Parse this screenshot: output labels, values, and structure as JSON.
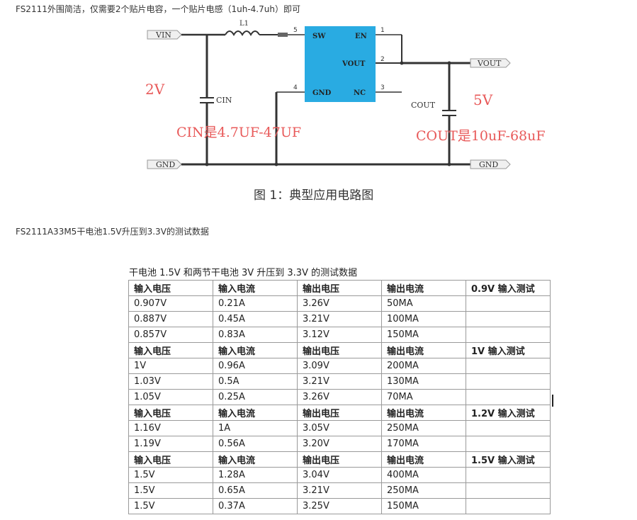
{
  "intro_text": "FS2111外围简洁，仅需要2个贴片电容，一个贴片电感（1uh-4.7uh）即可",
  "diagram": {
    "vin_label": "VIN",
    "vout_label": "VOUT",
    "gnd_left_label": "GND",
    "gnd_right_label": "GND",
    "inductor_label": "L1",
    "cin_label": "CIN",
    "cout_label": "COUT",
    "chip_pins": {
      "sw": "SW",
      "en": "EN",
      "vout": "VOUT",
      "gnd": "GND",
      "nc": "NC",
      "pin1": "1",
      "pin2": "2",
      "pin3": "3",
      "pin4": "4",
      "pin5": "5"
    },
    "annotation_2v": "2V",
    "annotation_5v": "5V",
    "annotation_cin": "CIN是4.7UF-47UF",
    "annotation_cout": "COUT是10uF-68uF",
    "chip_color": "#29abe2",
    "annotation_color": "#e85a5a",
    "caption": "图 1：典型应用电路图"
  },
  "section_title": "FS2111A33M5干电池1.5V升压到3.3V的测试数据",
  "table_title": "干电池 1.5V 和两节干电池 3V 升压到 3.3V 的测试数据",
  "table": {
    "rows": [
      {
        "type": "header",
        "cells": [
          "输入电压",
          "输入电流",
          "输出电压",
          "输出电流",
          "0.9V 输入测试"
        ]
      },
      {
        "type": "data",
        "cells": [
          "0.907V",
          "0.21A",
          "3.26V",
          "50MA",
          ""
        ]
      },
      {
        "type": "data",
        "cells": [
          "0.887V",
          "0.45A",
          "3.21V",
          "100MA",
          ""
        ]
      },
      {
        "type": "data",
        "cells": [
          "0.857V",
          "0.83A",
          "3.12V",
          "150MA",
          ""
        ]
      },
      {
        "type": "header",
        "cells": [
          "输入电压",
          "输入电流",
          "输出电压",
          "输出电流",
          "1V 输入测试"
        ]
      },
      {
        "type": "data",
        "cells": [
          "1V",
          "0.96A",
          "3.09V",
          "200MA",
          ""
        ]
      },
      {
        "type": "data",
        "cells": [
          "1.03V",
          "0.5A",
          "3.21V",
          "130MA",
          ""
        ]
      },
      {
        "type": "data",
        "cells": [
          "1.05V",
          "0.25A",
          "3.26V",
          "70MA",
          ""
        ]
      },
      {
        "type": "header",
        "cells": [
          "输入电压",
          "输入电流",
          "输出电压",
          "输出电流",
          "1.2V 输入测试"
        ]
      },
      {
        "type": "data",
        "cells": [
          "1.16V",
          "1A",
          "3.05V",
          "250MA",
          ""
        ]
      },
      {
        "type": "data",
        "cells": [
          "1.19V",
          "0.56A",
          "3.20V",
          "170MA",
          ""
        ]
      },
      {
        "type": "header",
        "cells": [
          "输入电压",
          "输入电流",
          "输出电压",
          "输出电流",
          "1.5V 输入测试"
        ]
      },
      {
        "type": "data",
        "cells": [
          "1.5V",
          "1.28A",
          "3.04V",
          "400MA",
          ""
        ]
      },
      {
        "type": "data",
        "cells": [
          "1.5V",
          "0.65A",
          "3.21V",
          "250MA",
          ""
        ]
      },
      {
        "type": "data",
        "cells": [
          "1.5V",
          "0.37A",
          "3.25V",
          "150MA",
          ""
        ]
      }
    ]
  }
}
